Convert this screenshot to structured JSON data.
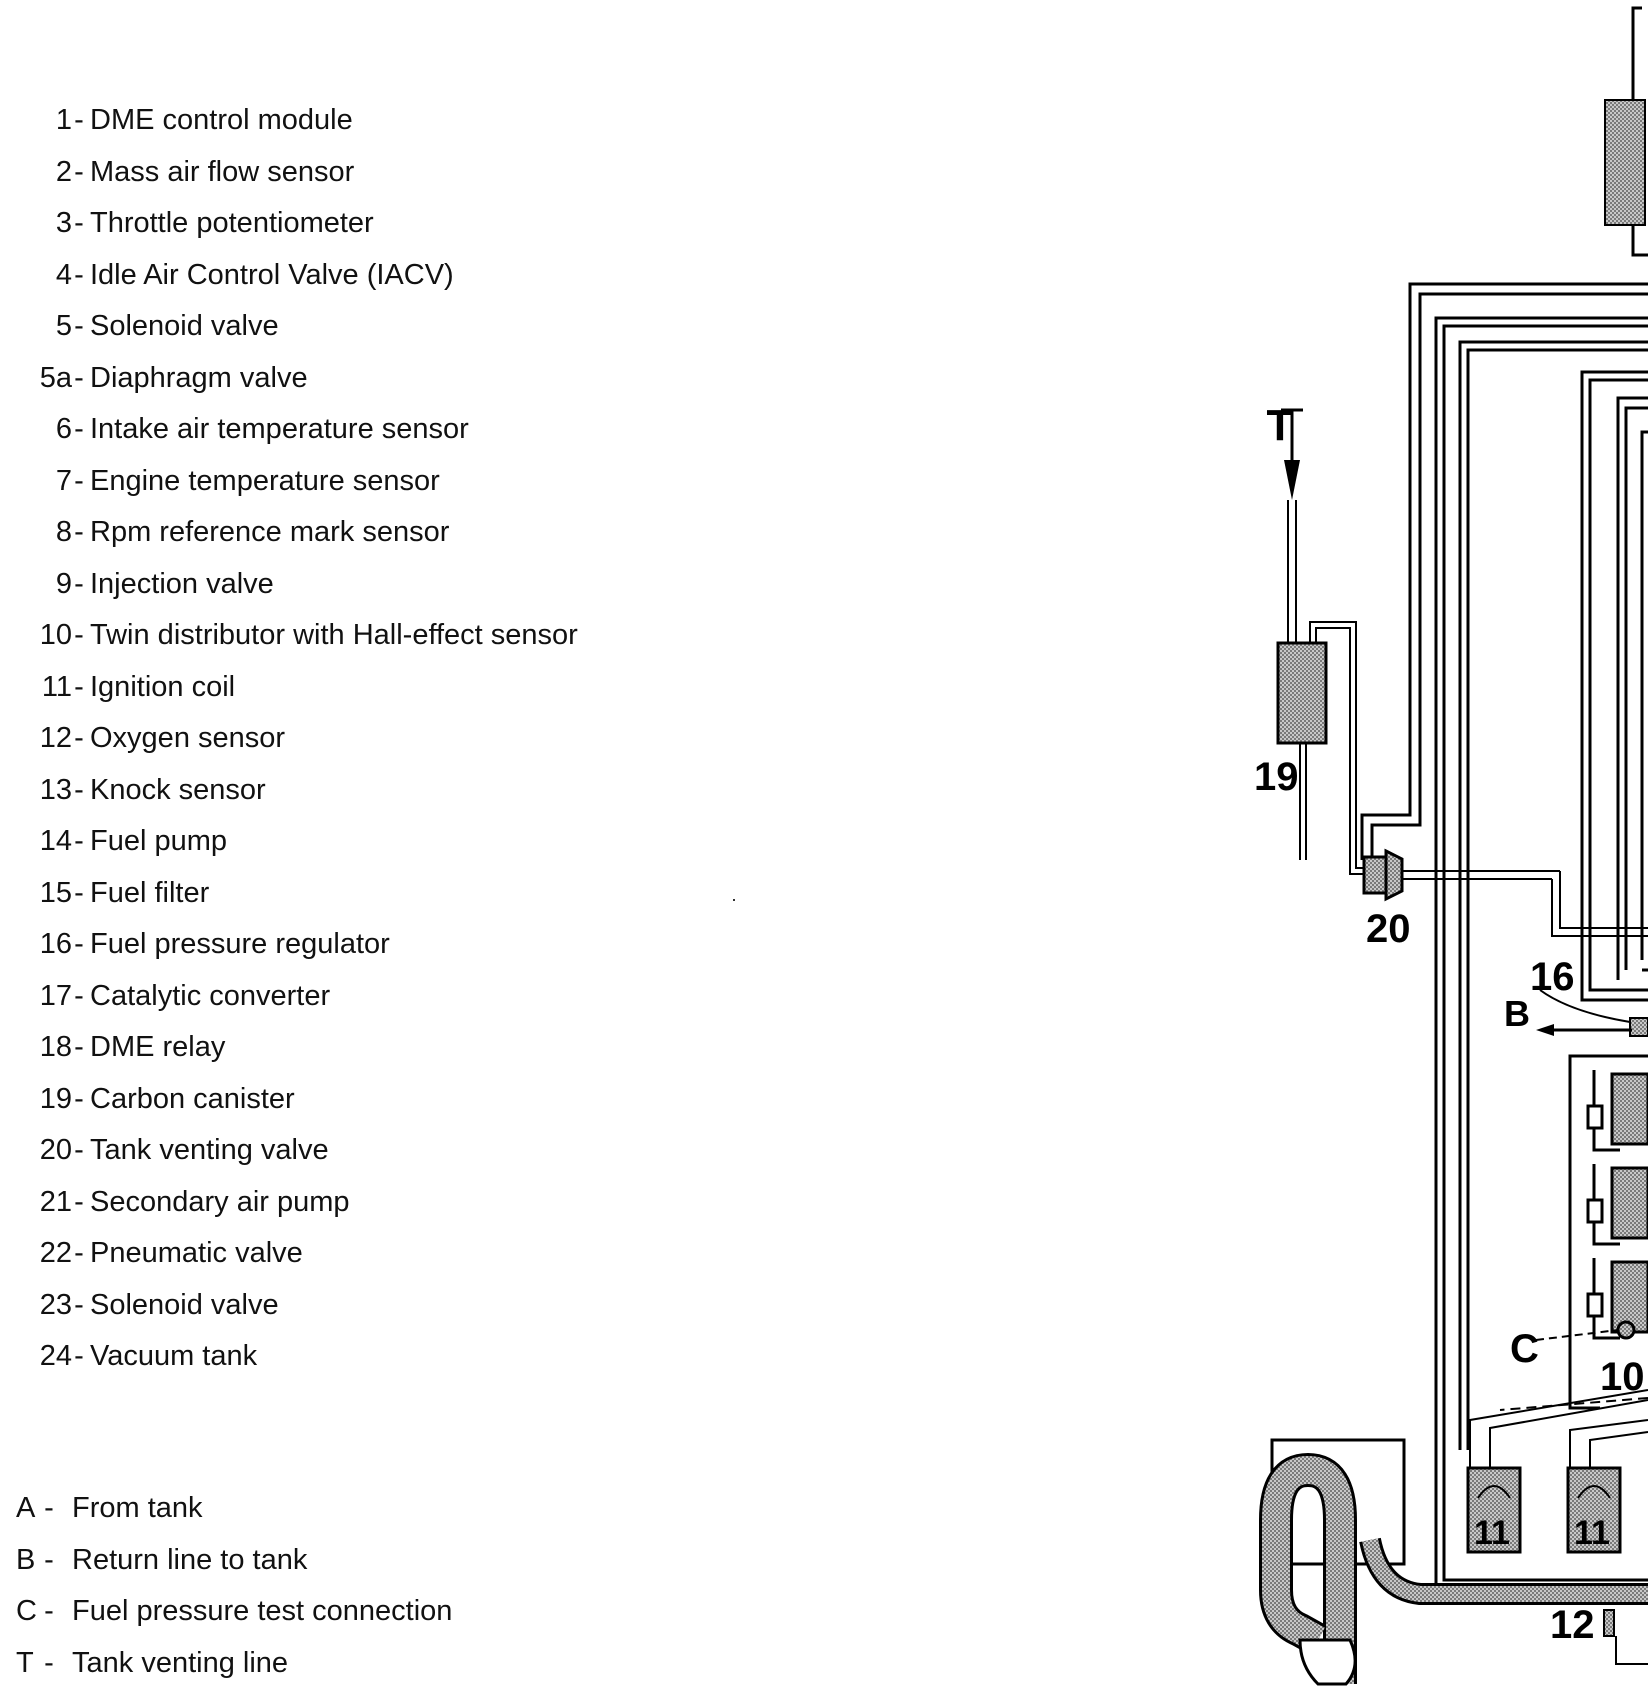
{
  "legend": {
    "components": [
      {
        "key": "1",
        "text": "DME control module"
      },
      {
        "key": "2",
        "text": "Mass air flow sensor"
      },
      {
        "key": "3",
        "text": "Throttle potentiometer"
      },
      {
        "key": "4",
        "text": "Idle Air Control Valve (IACV)"
      },
      {
        "key": "5",
        "text": "Solenoid valve"
      },
      {
        "key": "5a",
        "text": "Diaphragm valve"
      },
      {
        "key": "6",
        "text": "Intake air temperature sensor"
      },
      {
        "key": "7",
        "text": "Engine temperature sensor"
      },
      {
        "key": "8",
        "text": "Rpm reference mark sensor"
      },
      {
        "key": "9",
        "text": "Injection valve"
      },
      {
        "key": "10",
        "text": "Twin distributor with Hall-effect sensor"
      },
      {
        "key": "11",
        "text": "Ignition coil"
      },
      {
        "key": "12",
        "text": "Oxygen sensor"
      },
      {
        "key": "13",
        "text": "Knock sensor"
      },
      {
        "key": "14",
        "text": "Fuel pump"
      },
      {
        "key": "15",
        "text": "Fuel filter"
      },
      {
        "key": "16",
        "text": "Fuel pressure regulator"
      },
      {
        "key": "17",
        "text": "Catalytic converter"
      },
      {
        "key": "18",
        "text": "DME relay"
      },
      {
        "key": "19",
        "text": "Carbon canister"
      },
      {
        "key": "20",
        "text": "Tank venting valve"
      },
      {
        "key": "21",
        "text": "Secondary air pump"
      },
      {
        "key": "22",
        "text": "Pneumatic valve"
      },
      {
        "key": "23",
        "text": "Solenoid valve"
      },
      {
        "key": "24",
        "text": "Vacuum tank"
      }
    ],
    "lines": [
      {
        "key": "A",
        "text": "From tank"
      },
      {
        "key": "B",
        "text": "Return line to tank"
      },
      {
        "key": "C",
        "text": "Fuel pressure test connection"
      },
      {
        "key": "T",
        "text": "Tank venting line"
      }
    ],
    "separator": "-"
  },
  "diagram": {
    "labels": {
      "tank_venting": "T",
      "carbon_canister": "19",
      "tank_venting_valve": "20",
      "fuel_pressure_regulator": "16",
      "return_line": "B",
      "test_connection": "C",
      "distributor": "10",
      "ignition_coil_1": "11",
      "ignition_coil_2": "11",
      "oxygen_sensor": "12"
    },
    "colors": {
      "line": "#000000",
      "hatch": "#9a9a9a"
    }
  }
}
